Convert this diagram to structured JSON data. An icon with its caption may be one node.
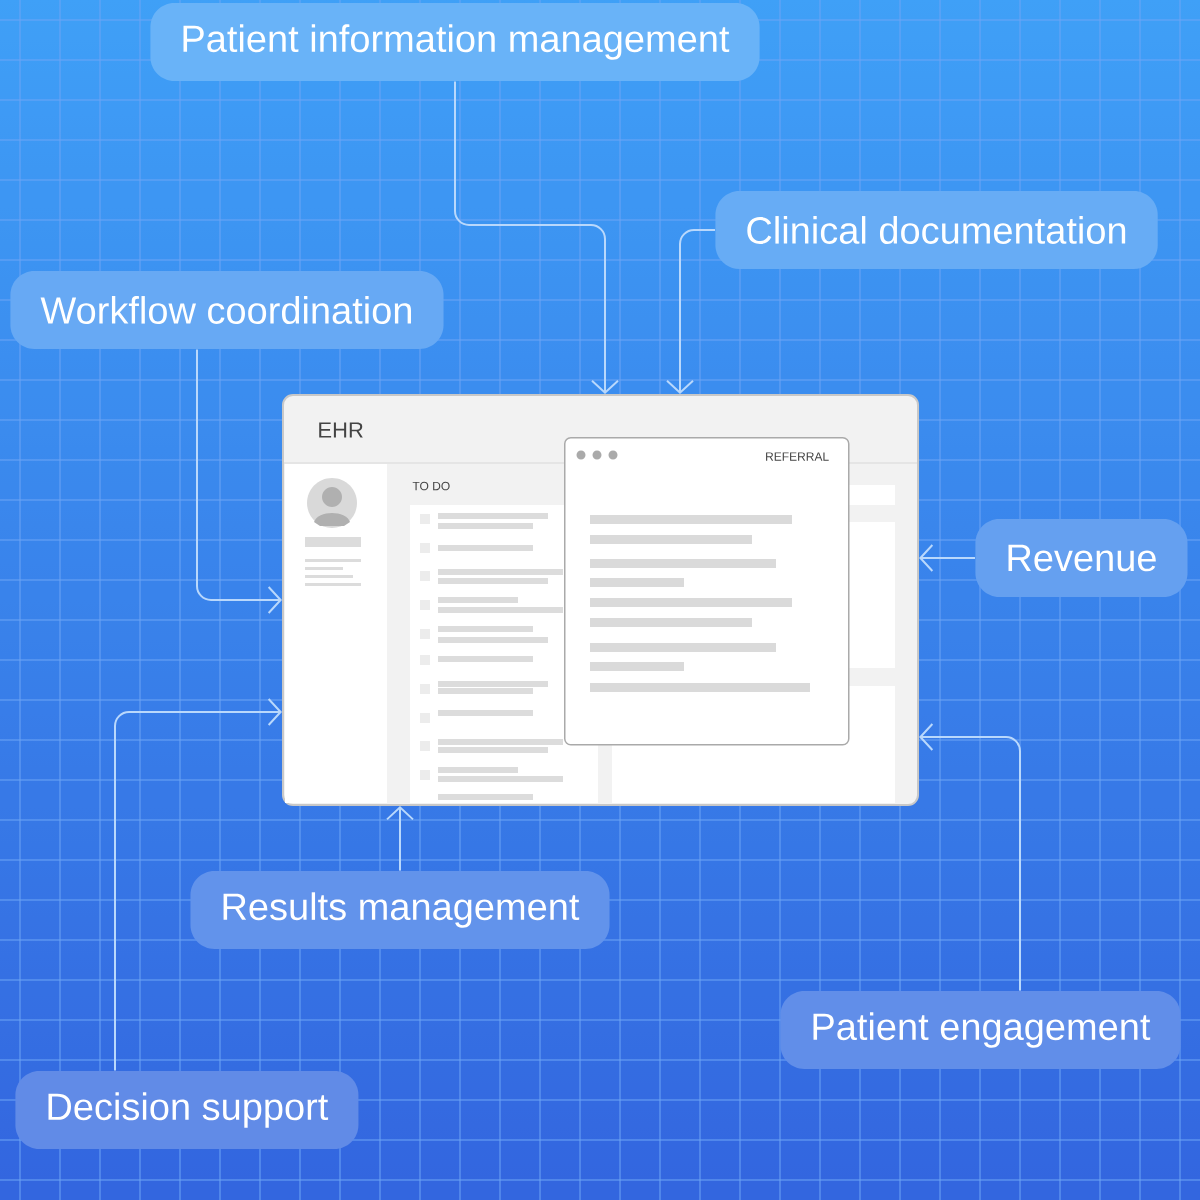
{
  "diagram": {
    "nodes": [
      {
        "text": [
          "Patient information management"
        ]
      },
      {
        "text": [
          "Clinical documentation"
        ]
      },
      {
        "text": [
          "Workflow coordination"
        ]
      },
      {
        "text": [
          "EHR"
        ]
      },
      {
        "text": [
          "REFERRAL"
        ],
        "in": 3
      },
      {
        "text": [
          "Revenue"
        ]
      },
      {
        "text": [
          "Results management"
        ]
      },
      {
        "text": [
          "Patient engagement"
        ]
      },
      {
        "text": [
          "Decision support"
        ]
      }
    ],
    "edges": [
      {
        "from": 0,
        "to": 3,
        "arrow": "to"
      },
      {
        "from": 1,
        "to": 3,
        "arrow": "to"
      },
      {
        "from": 2,
        "to": 3,
        "arrow": "to"
      },
      {
        "from": 5,
        "to": 3,
        "arrow": "to"
      },
      {
        "from": 6,
        "to": 3,
        "arrow": "to"
      },
      {
        "from": 7,
        "to": 3,
        "arrow": "to"
      },
      {
        "from": 8,
        "to": 3,
        "arrow": "to"
      }
    ],
    "labels": [
      "TO DO"
    ]
  }
}
